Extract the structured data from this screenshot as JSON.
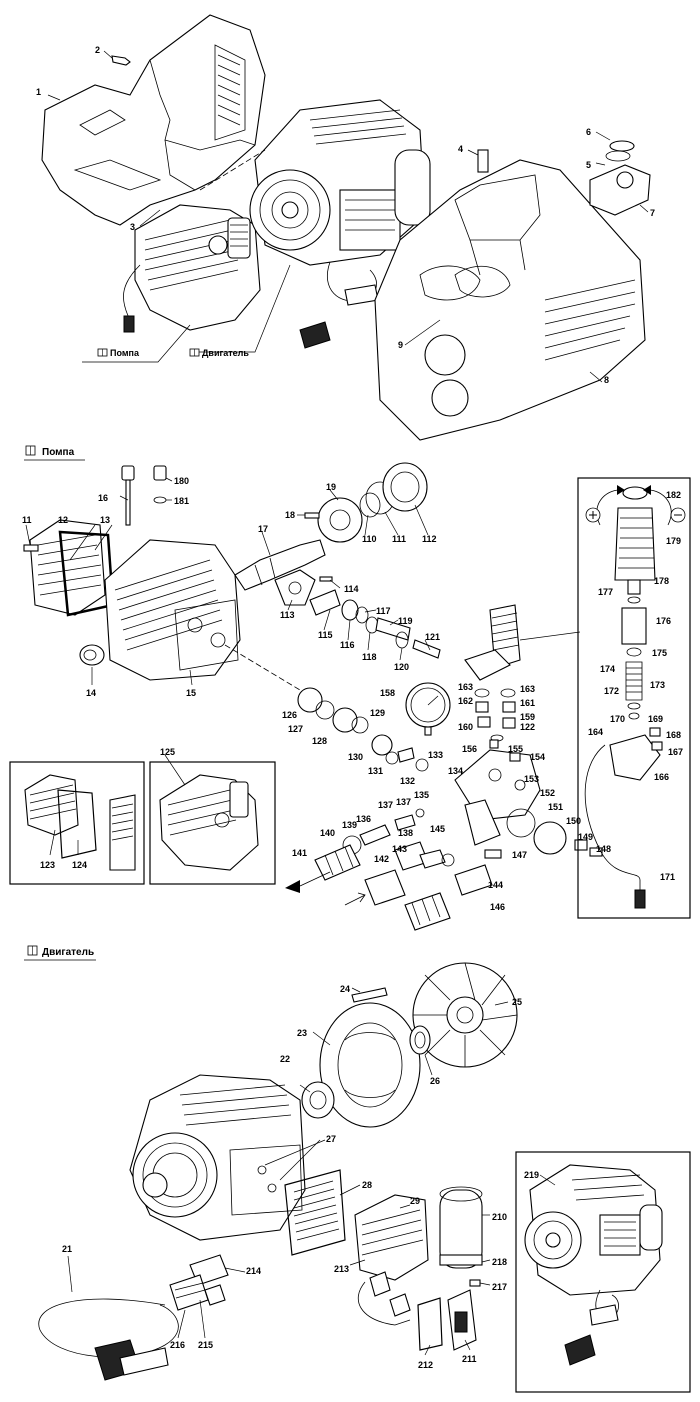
{
  "sections": {
    "overview": {},
    "pump": {
      "title": "Помпа"
    },
    "motor": {
      "title": "Двигатель"
    }
  },
  "overview_labels": {
    "pump_link": "Помпа",
    "motor_link": "Двигатель"
  },
  "callouts": {
    "overview": [
      "1",
      "2",
      "3",
      "4",
      "5",
      "6",
      "7",
      "8",
      "9"
    ],
    "pump": [
      "11",
      "12",
      "13",
      "14",
      "15",
      "16",
      "17",
      "18",
      "19",
      "110",
      "111",
      "112",
      "113",
      "114",
      "115",
      "116",
      "117",
      "118",
      "119",
      "120",
      "121",
      "122",
      "123",
      "124",
      "125",
      "126",
      "127",
      "128",
      "129",
      "130",
      "131",
      "132",
      "133",
      "134",
      "135",
      "136",
      "137",
      "138",
      "139",
      "140",
      "141",
      "142",
      "143",
      "144",
      "145",
      "146",
      "147",
      "148",
      "149",
      "150",
      "151",
      "152",
      "153",
      "154",
      "155",
      "156",
      "158",
      "159",
      "160",
      "161",
      "162",
      "163",
      "164",
      "166",
      "167",
      "168",
      "169",
      "170",
      "171",
      "172",
      "173",
      "174",
      "175",
      "176",
      "177",
      "178",
      "179",
      "180",
      "181",
      "182"
    ],
    "motor": [
      "21",
      "22",
      "23",
      "24",
      "25",
      "26",
      "27",
      "28",
      "29",
      "210",
      "211",
      "212",
      "213",
      "214",
      "215",
      "216",
      "217",
      "218",
      "219"
    ]
  },
  "icons": [
    "book-icon",
    "rotate-plus-icon",
    "rotate-minus-icon",
    "flow-arrow-icon"
  ]
}
